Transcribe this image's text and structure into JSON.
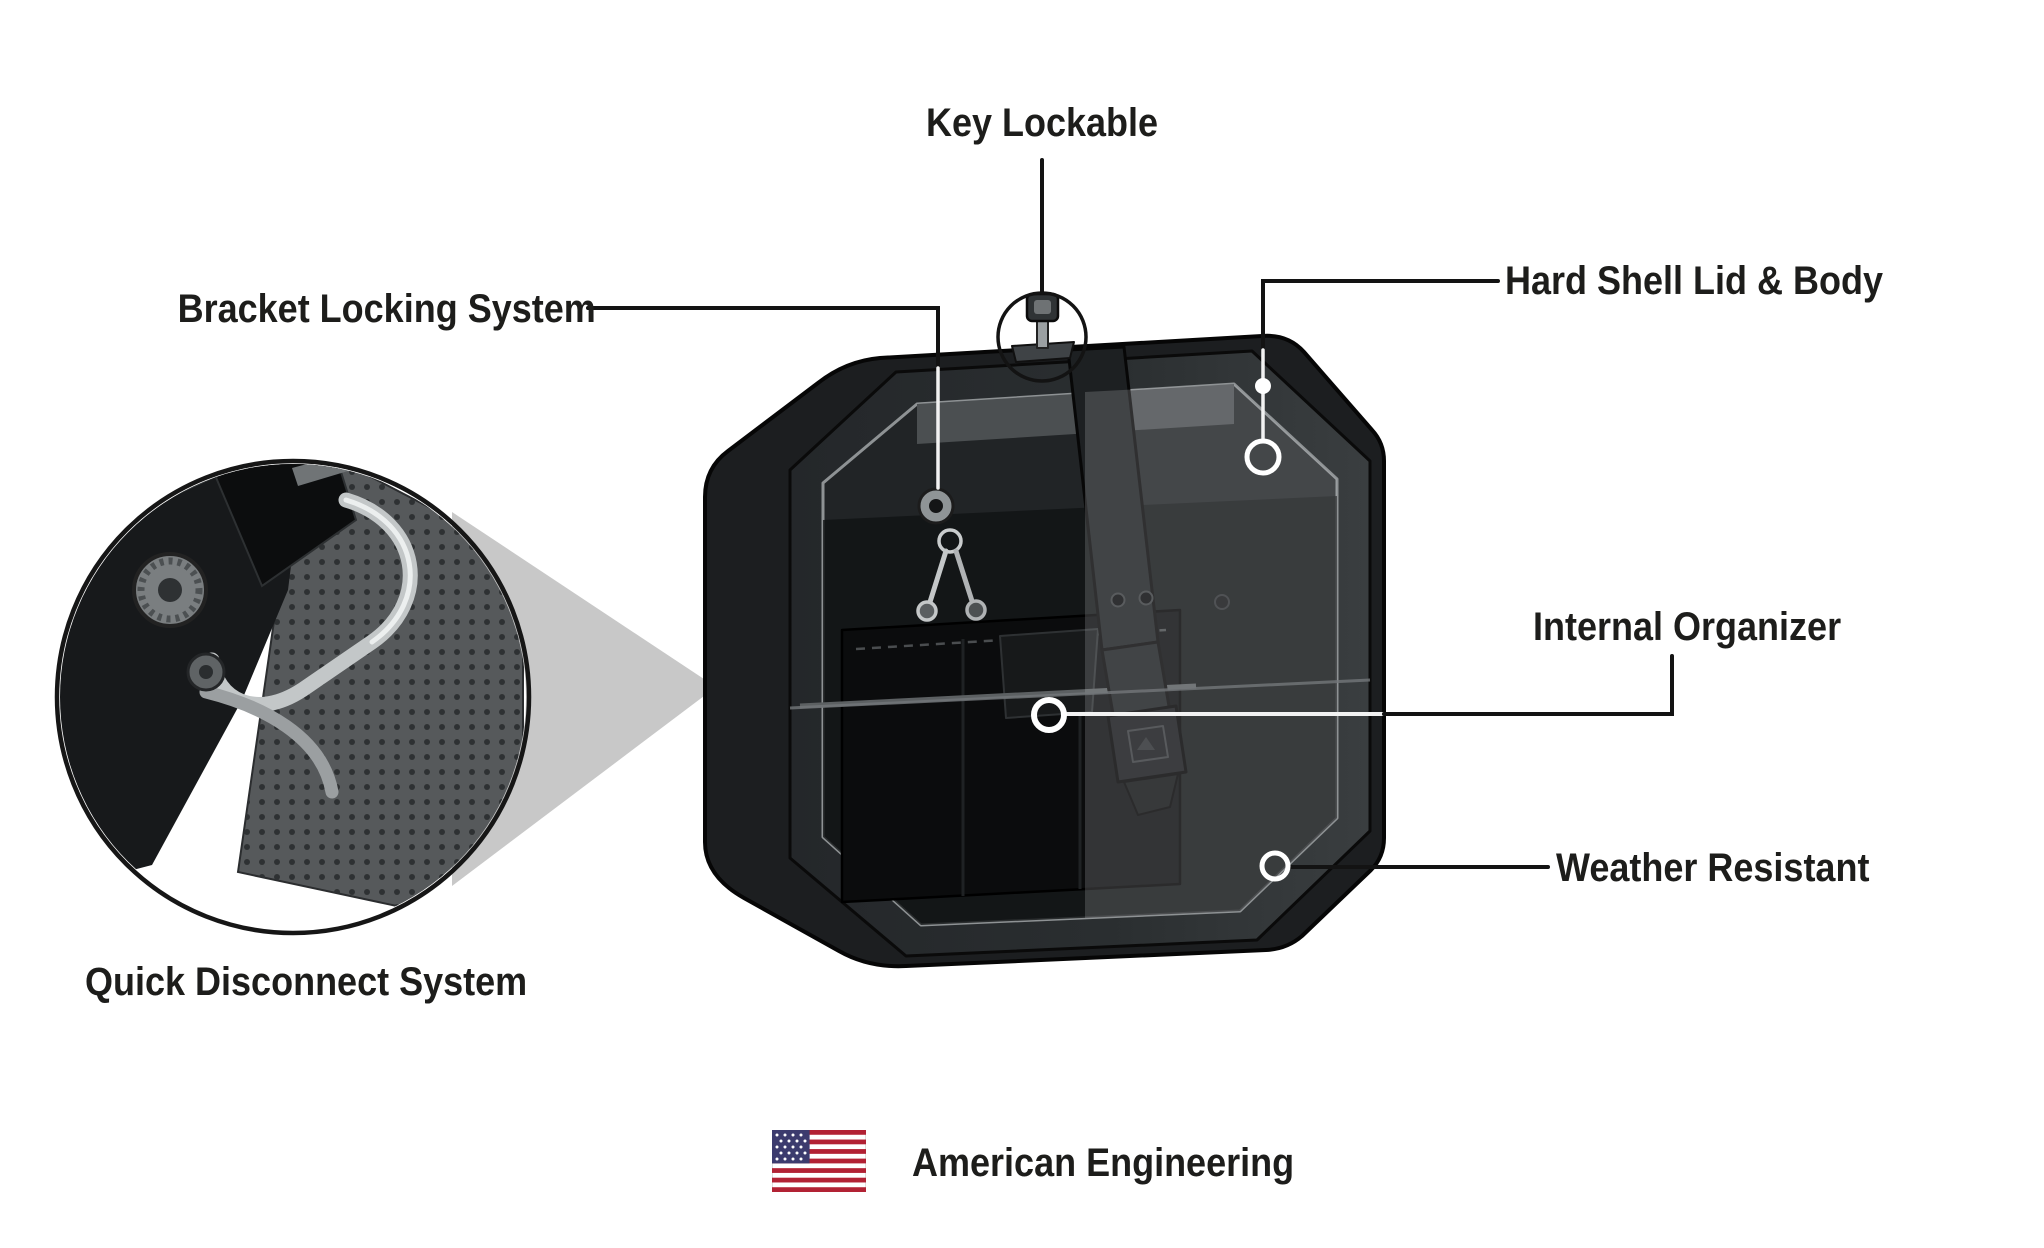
{
  "page": {
    "background": "#ffffff",
    "ink_color": "#1d1d1b"
  },
  "callouts": {
    "key_lockable": {
      "label": "Key Lockable"
    },
    "bracket_locking_system": {
      "label": "Bracket Locking System"
    },
    "hard_shell_lid_body": {
      "label": "Hard Shell Lid & Body"
    },
    "internal_organizer": {
      "label": "Internal Organizer"
    },
    "weather_resistant": {
      "label": "Weather Resistant"
    },
    "quick_disconnect_system": {
      "label": "Quick Disconnect System"
    }
  },
  "footer": {
    "flag_icon": "us-flag-icon",
    "text": "American Engineering"
  },
  "illustration": {
    "subject": "hard-shell-saddlebag-illustration",
    "inset": "quick-disconnect-bracket-closeup",
    "colors": {
      "bag_dark": "#1c1e20",
      "bag_light": "#383c3e",
      "wedge_gray": "#c8c8c8",
      "flag_red": "#b22234",
      "flag_blue": "#3c3b6e"
    }
  }
}
